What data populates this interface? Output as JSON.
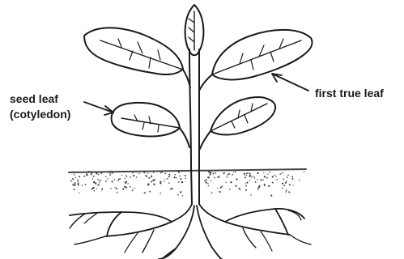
{
  "labels": {
    "seed_leaf_line1": "seed leaf",
    "seed_leaf_line2": "(cotyledon)",
    "first_true_leaf": "first true leaf"
  },
  "colors": {
    "ink": "#1a1a1a",
    "background": "#ffffff",
    "soil_dots": "#444444"
  }
}
